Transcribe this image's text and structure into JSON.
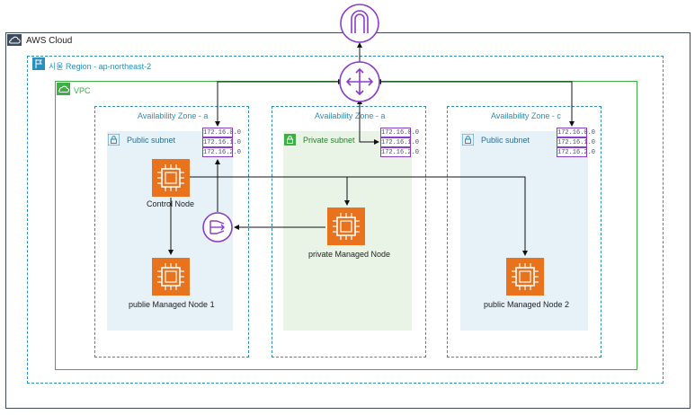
{
  "cloud": {
    "label": "AWS Cloud"
  },
  "region": {
    "label": "시울 Region - ap-northeast-2"
  },
  "vpc": {
    "label": "VPC"
  },
  "zones": [
    {
      "label": "Availability Zone - a"
    },
    {
      "label": "Availability Zone - a"
    },
    {
      "label": "Availability Zone - c"
    }
  ],
  "subnets": [
    {
      "label": "Public subnet"
    },
    {
      "label": "Private subnet"
    },
    {
      "label": "Public subnet"
    }
  ],
  "routes": [
    "172.16.0.0",
    "172.16.1.0",
    "172.16.2.0"
  ],
  "nodes": {
    "control": "Control Node",
    "public1": "publie Managed Node 1",
    "private": "private Managed Node",
    "public2": "public Managed Node 2"
  },
  "colors": {
    "cloud_border": "#3d4a5c",
    "region_border": "#2a8fbd",
    "vpc_border": "#3cb043",
    "public_subnet_bg": "#e6f2f8",
    "private_subnet_bg": "#e9f3e6",
    "ec2_orange": "#e8731c",
    "router_purple": "#8a3ccb"
  }
}
